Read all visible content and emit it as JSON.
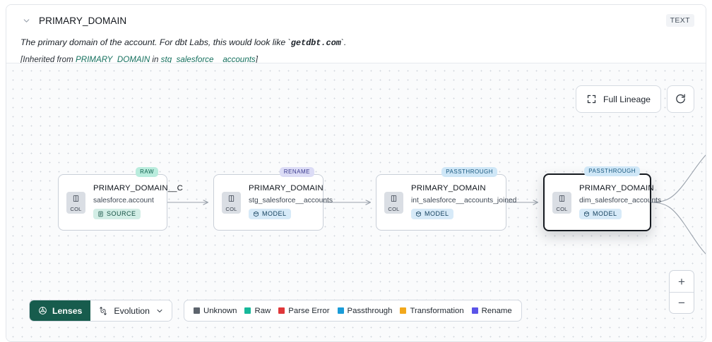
{
  "header": {
    "collapse_icon": "chevron-down-icon",
    "title": "PRIMARY_DOMAIN",
    "type_chip": "TEXT",
    "description_prefix": "The primary domain of the account. For dbt Labs, this would look like `",
    "description_code": "getdbt.com",
    "description_suffix": "`.",
    "inherited_prefix": "[Inherited from ",
    "inherited_column": "PRIMARY_DOMAIN",
    "inherited_mid": " in ",
    "inherited_model": "stg_salesforce__accounts",
    "inherited_suffix": "]"
  },
  "canvas_controls": {
    "full_lineage_label": "Full Lineage",
    "full_lineage_icon": "expand-icon",
    "refresh_icon": "refresh-icon",
    "zoom_in_label": "+",
    "zoom_out_label": "−"
  },
  "lineage": {
    "nodes": [
      {
        "tag": "RAW",
        "tag_kind": "raw",
        "icon_label": "COL",
        "column": "PRIMARY_DOMAIN__C",
        "table": "salesforce.account",
        "badge": "SOURCE",
        "badge_kind": "source",
        "selected": false
      },
      {
        "tag": "RENAME",
        "tag_kind": "rename",
        "icon_label": "COL",
        "column": "PRIMARY_DOMAIN",
        "table": "stg_salesforce__accounts",
        "badge": "MODEL",
        "badge_kind": "model",
        "selected": false
      },
      {
        "tag": "PASSTHROUGH",
        "tag_kind": "passthrough",
        "icon_label": "COL",
        "column": "PRIMARY_DOMAIN",
        "table": "int_salesforce__accounts_joined",
        "badge": "MODEL",
        "badge_kind": "model",
        "selected": false
      },
      {
        "tag": "PASSTHROUGH",
        "tag_kind": "passthrough",
        "icon_label": "COL",
        "column": "PRIMARY_DOMAIN",
        "table": "dim_salesforce_accounts",
        "badge": "MODEL",
        "badge_kind": "model",
        "selected": true
      }
    ]
  },
  "toolbar": {
    "lenses_label": "Lenses",
    "lenses_icon": "aperture-icon",
    "evolution_label": "Evolution",
    "evolution_icon": "evolution-icon",
    "evolution_chevron": "chevron-down-icon"
  },
  "legend": {
    "items": [
      {
        "label": "Unknown",
        "color": "#5d646d"
      },
      {
        "label": "Raw",
        "color": "#17b89a"
      },
      {
        "label": "Parse Error",
        "color": "#e0383a"
      },
      {
        "label": "Passthrough",
        "color": "#1a9cd8"
      },
      {
        "label": "Transformation",
        "color": "#f2a81c"
      },
      {
        "label": "Rename",
        "color": "#5b54e8"
      }
    ]
  }
}
